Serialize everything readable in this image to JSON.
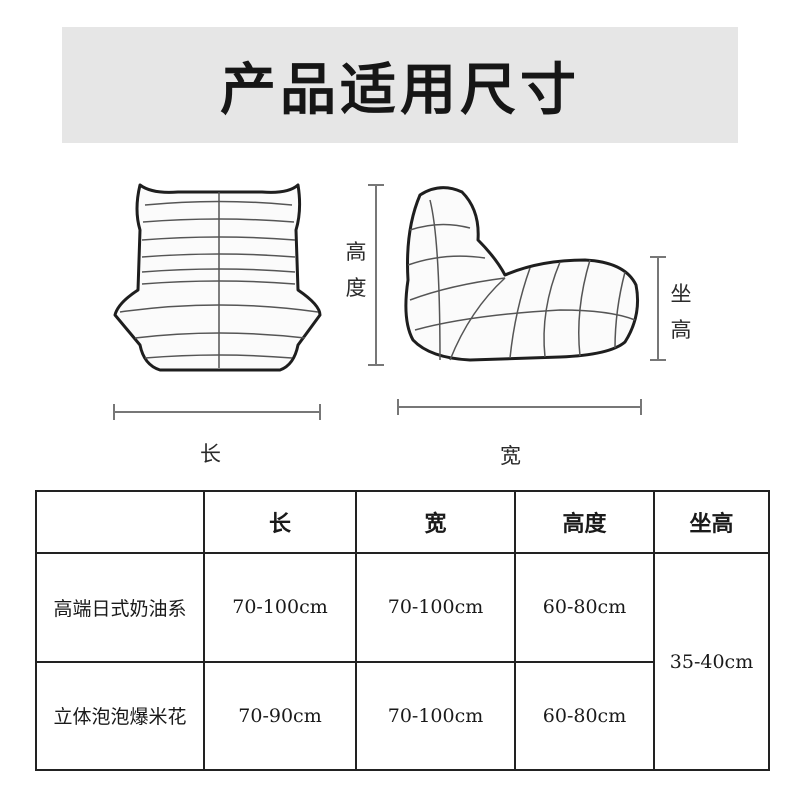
{
  "title": "产品适用尺寸",
  "diagram": {
    "label_height": "高度",
    "label_seat_height": "坐高",
    "label_length": "长",
    "label_width": "宽"
  },
  "table": {
    "headers": [
      "",
      "长",
      "宽",
      "高度",
      "坐高"
    ],
    "rows": [
      {
        "name": "高端日式奶油系",
        "length": "70-100cm",
        "width": "70-100cm",
        "height": "60-80cm"
      },
      {
        "name": "立体泡泡爆米花",
        "length": "70-90cm",
        "width": "70-100cm",
        "height": "60-80cm"
      }
    ],
    "seat_height_shared": "35-40cm"
  }
}
